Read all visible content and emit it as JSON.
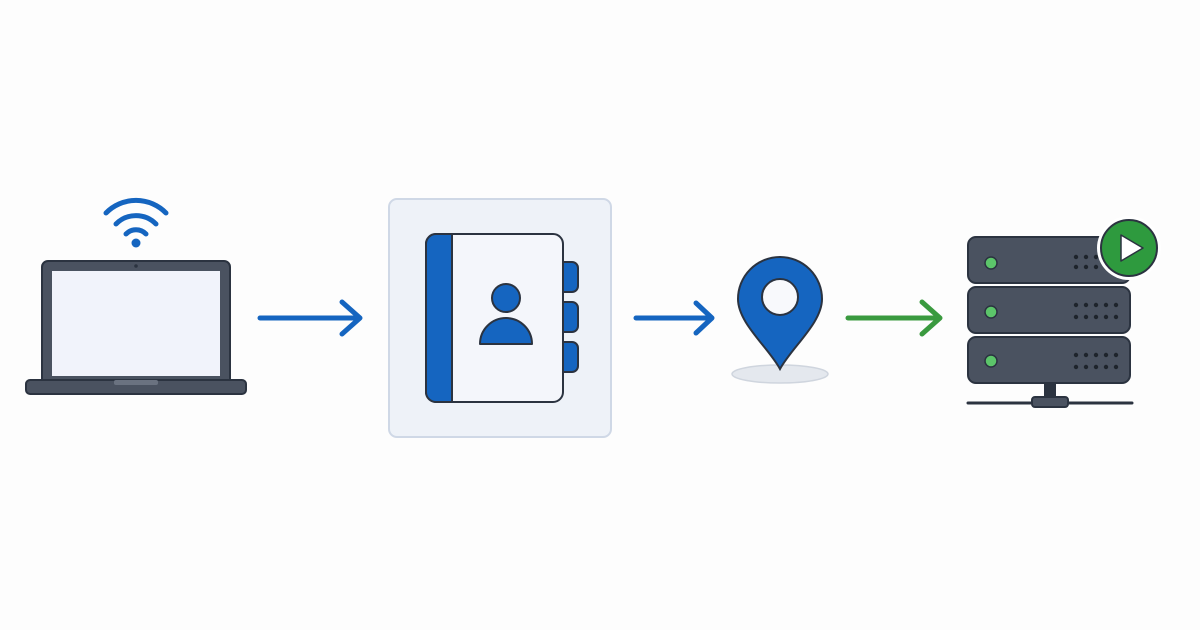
{
  "diagram": {
    "nodes": [
      {
        "id": "laptop",
        "icon": "laptop-wifi-icon"
      },
      {
        "id": "address-book",
        "icon": "address-book-icon"
      },
      {
        "id": "location",
        "icon": "map-pin-icon"
      },
      {
        "id": "server",
        "icon": "server-play-icon"
      }
    ],
    "edges": [
      {
        "from": "laptop",
        "to": "address-book",
        "color": "#1565c0"
      },
      {
        "from": "address-book",
        "to": "location",
        "color": "#1565c0"
      },
      {
        "from": "location",
        "to": "server",
        "color": "#3a9a3f"
      }
    ]
  },
  "colors": {
    "primary_blue": "#1565c0",
    "accent_green": "#2e9a3e",
    "server_gray": "#4a5260",
    "outline": "#2b3340",
    "card_bg": "#eef2f8",
    "card_border": "#cfd8e6"
  }
}
